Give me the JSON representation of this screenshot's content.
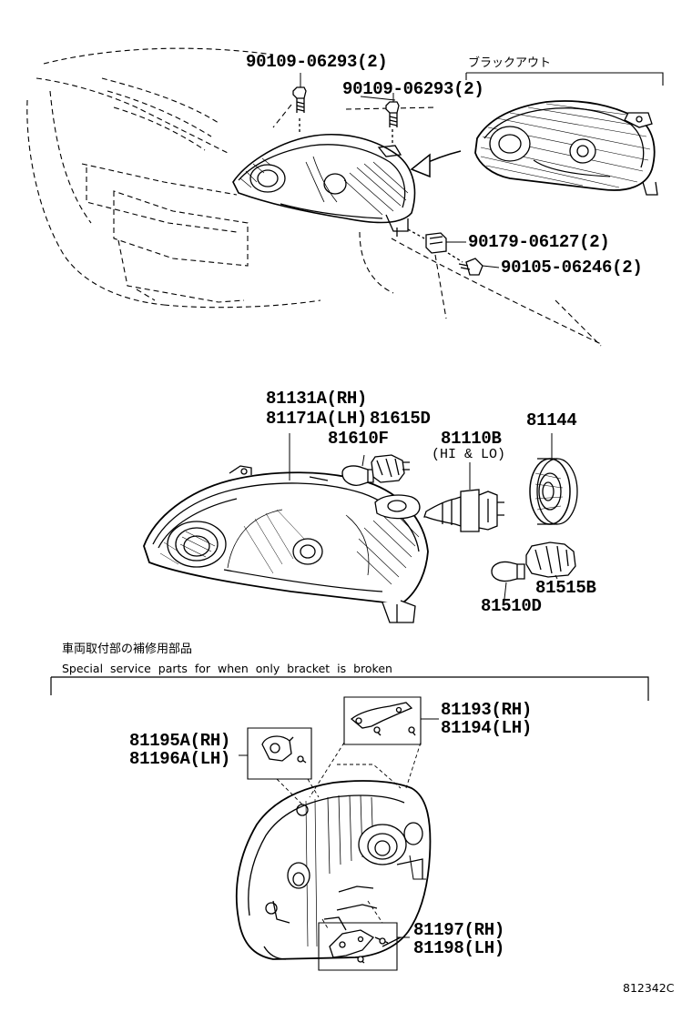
{
  "top_section": {
    "callouts": {
      "bolt_a": "90109-06293(2)",
      "bolt_b": "90109-06293(2)",
      "nut": "90179-06127(2)",
      "screw": "90105-06246(2)",
      "blackout_note": "ブラックアウト"
    }
  },
  "middle_section": {
    "callouts": {
      "headlamp_rh": "81131A(RH)",
      "headlamp_lh": "81171A(LH)",
      "socket_81615d": "81615D",
      "bulb_81610f": "81610F",
      "bulb_81110b": "81110B",
      "bulb_81110b_note": "(HI & LO)",
      "cover_81144": "81144",
      "socket_81515b": "81515B",
      "bulb_81510d": "81510D"
    }
  },
  "bottom_section": {
    "title_jp": "車両取付部の補修用部品",
    "title_en": "Special service parts for when only bracket is broken",
    "callouts": {
      "bracket_81193": "81193(RH)",
      "bracket_81194": "81194(LH)",
      "bracket_81195a": "81195A(RH)",
      "bracket_81196a": "81196A(LH)",
      "bracket_81197": "81197(RH)",
      "bracket_81198": "81198(LH)"
    }
  },
  "illustration_code": "812342C"
}
